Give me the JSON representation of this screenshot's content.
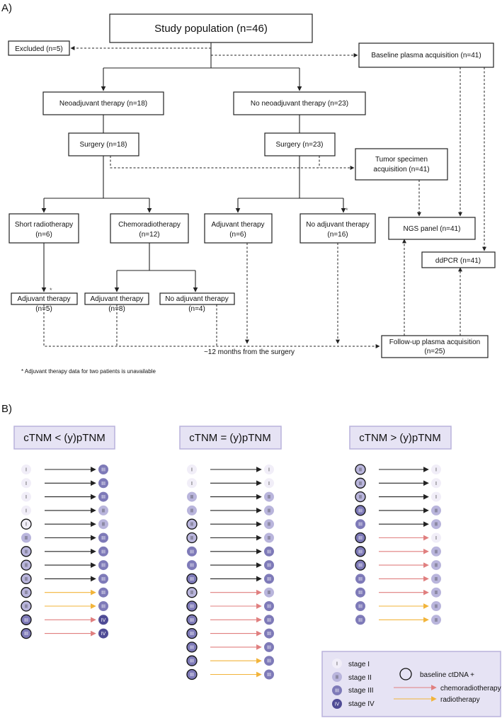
{
  "panel_a": {
    "label": "A)",
    "boxes": {
      "study": "Study population (n=46)",
      "excluded": "Excluded (n=5)",
      "baseline": "Baseline plasma acquisition (n=41)",
      "neo": "Neoadjuvant therapy (n=18)",
      "noneo": "No neoadjuvant therapy (n=23)",
      "surg1": "Surgery (n=18)",
      "surg2": "Surgery (n=23)",
      "tumor_l1": "Tumor specimen",
      "tumor_l2": "acquisition (n=41)",
      "short_l1": "Short radiotherapy",
      "short_l2": "(n=6)",
      "chemo_l1": "Chemoradiotherapy",
      "chemo_l2": "(n=12)",
      "adj6": "Adjuvant therapy",
      "adj6_n": "(n=6)",
      "noadj16": "No adjuvant therapy",
      "noadj16_n": "(n=16)",
      "ngs": "NGS panel (n=41)",
      "ddpcr": "ddPCR (n=41)",
      "adj5": "Adjuvant therapy",
      "adj5_n": "(n=5)",
      "adj8": "Adjuvant therapy",
      "adj8_n": "(n=8)",
      "noadj4": "No adjuvant therapy",
      "noadj4_n": "(n=4)",
      "followup_l1": "Follow-up plasma acquisition",
      "followup_l2": "(n=25)"
    },
    "star": "*",
    "months": "~12 months from the surgery",
    "footnote": "* Adjuvant therapy data for two patients is unavailable"
  },
  "panel_b": {
    "label": "B)",
    "groups": [
      {
        "title": "cTNM < (y)pTNM",
        "rows": [
          {
            "from": "I",
            "from_ctdna": false,
            "to": "III",
            "therapy": "none"
          },
          {
            "from": "I",
            "from_ctdna": false,
            "to": "III",
            "therapy": "none"
          },
          {
            "from": "I",
            "from_ctdna": false,
            "to": "III",
            "therapy": "none"
          },
          {
            "from": "I",
            "from_ctdna": false,
            "to": "II",
            "therapy": "none"
          },
          {
            "from": "I",
            "from_ctdna": true,
            "to": "II",
            "therapy": "none"
          },
          {
            "from": "II",
            "from_ctdna": false,
            "to": "III",
            "therapy": "none"
          },
          {
            "from": "II",
            "from_ctdna": true,
            "to": "III",
            "therapy": "none"
          },
          {
            "from": "II",
            "from_ctdna": true,
            "to": "III",
            "therapy": "none"
          },
          {
            "from": "II",
            "from_ctdna": true,
            "to": "III",
            "therapy": "none"
          },
          {
            "from": "II",
            "from_ctdna": true,
            "to": "III",
            "therapy": "radio"
          },
          {
            "from": "II",
            "from_ctdna": true,
            "to": "III",
            "therapy": "radio"
          },
          {
            "from": "III",
            "from_ctdna": true,
            "to": "IV",
            "therapy": "chemo"
          },
          {
            "from": "III",
            "from_ctdna": true,
            "to": "IV",
            "therapy": "chemo"
          }
        ]
      },
      {
        "title": "cTNM = (y)pTNM",
        "rows": [
          {
            "from": "I",
            "from_ctdna": false,
            "to": "I",
            "therapy": "none"
          },
          {
            "from": "I",
            "from_ctdna": false,
            "to": "I",
            "therapy": "none"
          },
          {
            "from": "II",
            "from_ctdna": false,
            "to": "II",
            "therapy": "none"
          },
          {
            "from": "II",
            "from_ctdna": false,
            "to": "II",
            "therapy": "none"
          },
          {
            "from": "II",
            "from_ctdna": true,
            "to": "II",
            "therapy": "none"
          },
          {
            "from": "II",
            "from_ctdna": true,
            "to": "II",
            "therapy": "none"
          },
          {
            "from": "III",
            "from_ctdna": false,
            "to": "III",
            "therapy": "none"
          },
          {
            "from": "III",
            "from_ctdna": false,
            "to": "III",
            "therapy": "none"
          },
          {
            "from": "III",
            "from_ctdna": true,
            "to": "III",
            "therapy": "none"
          },
          {
            "from": "II",
            "from_ctdna": true,
            "to": "II",
            "therapy": "chemo"
          },
          {
            "from": "III",
            "from_ctdna": true,
            "to": "III",
            "therapy": "chemo"
          },
          {
            "from": "III",
            "from_ctdna": true,
            "to": "III",
            "therapy": "chemo"
          },
          {
            "from": "III",
            "from_ctdna": true,
            "to": "III",
            "therapy": "chemo"
          },
          {
            "from": "III",
            "from_ctdna": true,
            "to": "III",
            "therapy": "chemo"
          },
          {
            "from": "III",
            "from_ctdna": true,
            "to": "III",
            "therapy": "radio"
          },
          {
            "from": "III",
            "from_ctdna": true,
            "to": "III",
            "therapy": "radio"
          }
        ]
      },
      {
        "title": "cTNM > (y)pTNM",
        "rows": [
          {
            "from": "II",
            "from_ctdna": true,
            "to": "I",
            "therapy": "none"
          },
          {
            "from": "II",
            "from_ctdna": true,
            "to": "I",
            "therapy": "none"
          },
          {
            "from": "II",
            "from_ctdna": true,
            "to": "I",
            "therapy": "none"
          },
          {
            "from": "III",
            "from_ctdna": true,
            "to": "II",
            "therapy": "none"
          },
          {
            "from": "III",
            "from_ctdna": false,
            "to": "II",
            "therapy": "none"
          },
          {
            "from": "III",
            "from_ctdna": true,
            "to": "I",
            "therapy": "chemo"
          },
          {
            "from": "III",
            "from_ctdna": true,
            "to": "II",
            "therapy": "chemo"
          },
          {
            "from": "III",
            "from_ctdna": true,
            "to": "II",
            "therapy": "chemo"
          },
          {
            "from": "III",
            "from_ctdna": false,
            "to": "II",
            "therapy": "chemo"
          },
          {
            "from": "III",
            "from_ctdna": false,
            "to": "II",
            "therapy": "chemo"
          },
          {
            "from": "III",
            "from_ctdna": false,
            "to": "II",
            "therapy": "radio"
          },
          {
            "from": "III",
            "from_ctdna": false,
            "to": "II",
            "therapy": "radio"
          }
        ]
      }
    ],
    "legend": {
      "stage1": "stage I",
      "stage2": "stage II",
      "stage3": "stage III",
      "stage4": "stage IV",
      "ctdna": "baseline ctDNA +",
      "chemo": "chemoradiotherapy",
      "radio": "radiotherapy"
    },
    "colors": {
      "I": "#f1eef8",
      "II": "#b9b5dc",
      "III": "#7e7ab8",
      "IV": "#4f4b95",
      "chemo_arrow": "#e07f7f",
      "radio_arrow": "#f2b43a",
      "none_arrow": "#222222"
    }
  }
}
